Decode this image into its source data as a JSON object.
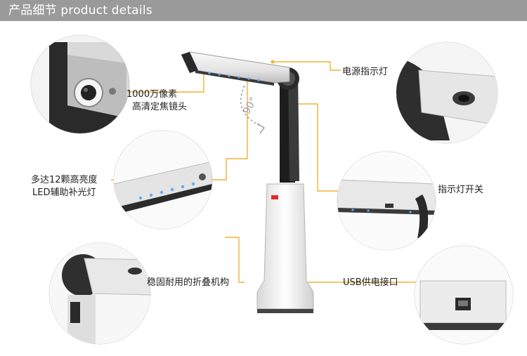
{
  "header": {
    "title": "产品细节  product details"
  },
  "callouts": {
    "lens_line1": "1000万像素",
    "lens_line2": "高清定焦镜头",
    "power_light": "电源指示灯",
    "led_line1": "多达12颗高亮度",
    "led_line2": "LED辅助补光灯",
    "switch": "指示灯开关",
    "fold": "稳固耐用的折叠机构",
    "usb": "USB供电接口"
  },
  "annotation": {
    "angle": "90°"
  },
  "colors": {
    "accent_line": "#f2b233",
    "header_bg": "#9a9a9a"
  }
}
